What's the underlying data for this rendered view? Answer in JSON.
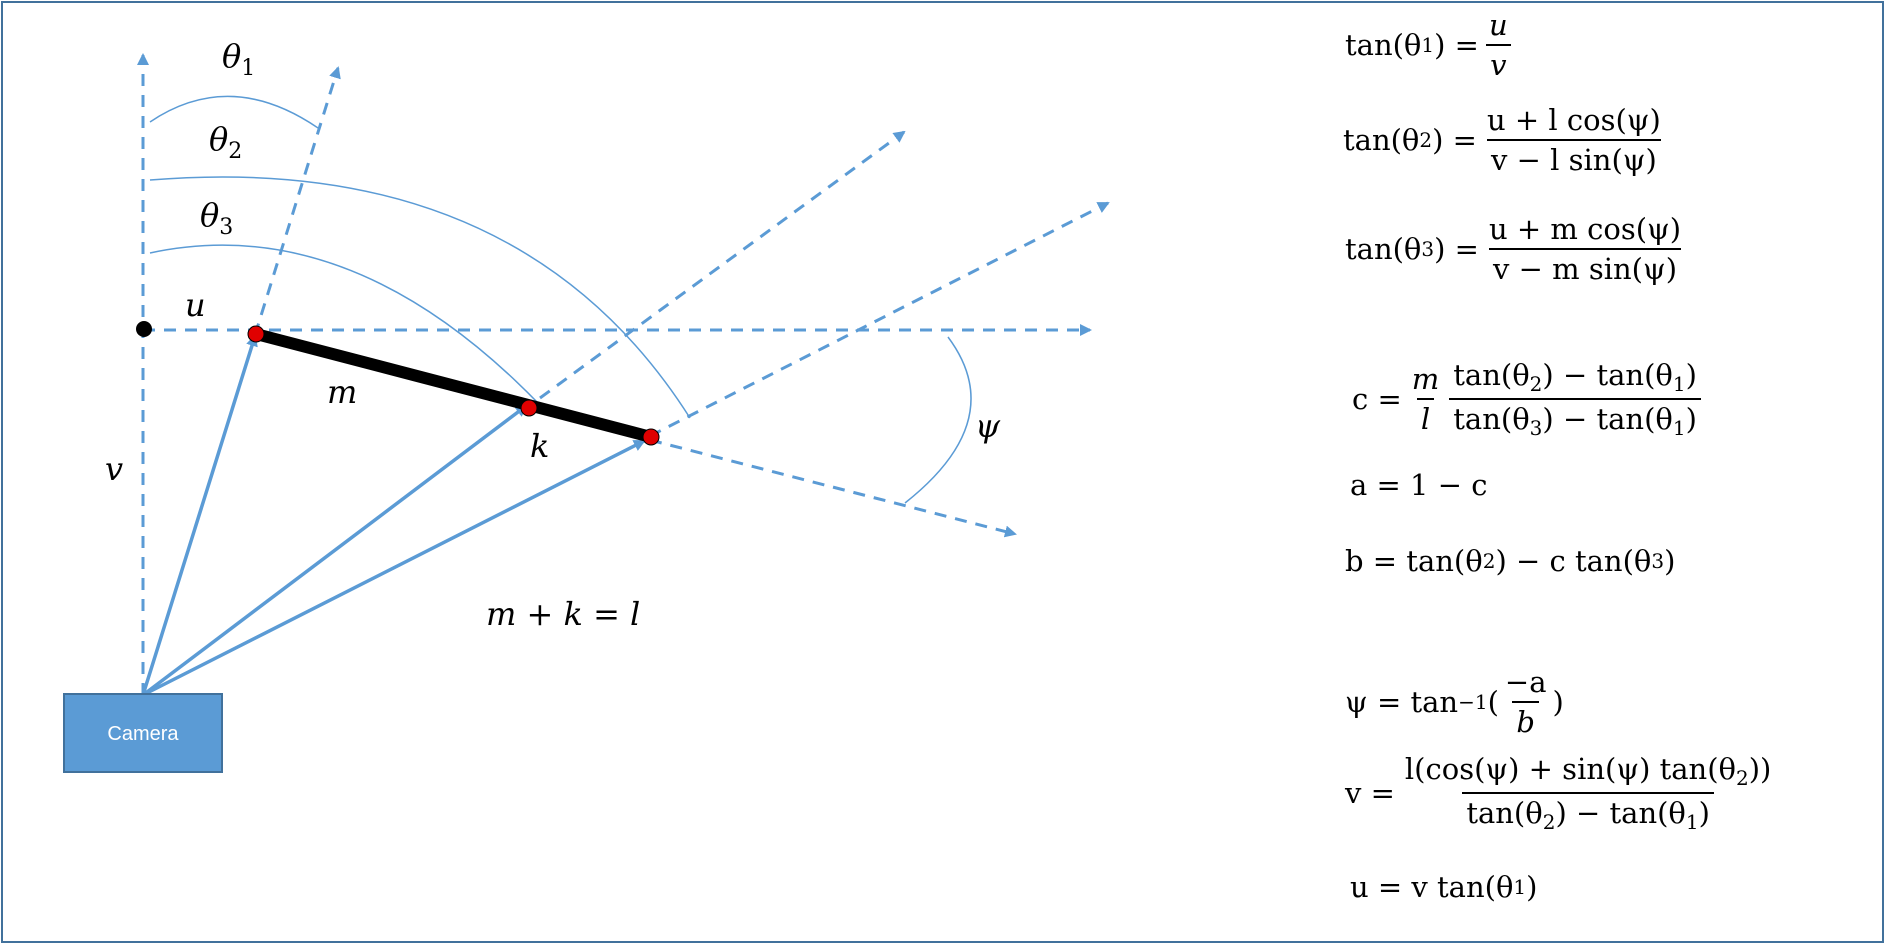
{
  "diagram": {
    "labels": {
      "theta1": "θ",
      "theta1_sub": "1",
      "theta2": "θ",
      "theta2_sub": "2",
      "theta3": "θ",
      "theta3_sub": "3",
      "u": "u",
      "v": "v",
      "m": "m",
      "k": "k",
      "psi": "ψ",
      "relation": "m + k = l",
      "camera": "Camera"
    },
    "colors": {
      "line": "#5b9bd5",
      "rod": "#000000",
      "point": "#e00000",
      "camera_fill": "#5b9bd5",
      "camera_border": "#41719c",
      "frame": "#41719c"
    }
  },
  "equations": {
    "eq1": {
      "lhs": "tan(θ",
      "lhs_sub": "1",
      "lhs_end": ") =",
      "num": "u",
      "den": "v"
    },
    "eq2": {
      "lhs": "tan(θ",
      "lhs_sub": "2",
      "lhs_end": ") =",
      "num": "u + l cos(ψ)",
      "den": "v − l sin(ψ)"
    },
    "eq3": {
      "lhs": "tan(θ",
      "lhs_sub": "3",
      "lhs_end": ") =",
      "num": "u + m cos(ψ)",
      "den": "v − m sin(ψ)"
    },
    "eq4": {
      "lhs": "c =",
      "num1": "m",
      "den1": "l",
      "num2a": "tan(θ",
      "num2a_sub": "2",
      "num2b": ") − tan(θ",
      "num2b_sub": "1",
      "num2c": ")",
      "den2a": "tan(θ",
      "den2a_sub": "3",
      "den2b": ") − tan(θ",
      "den2b_sub": "1",
      "den2c": ")"
    },
    "eq5": {
      "text": "a = 1 − c"
    },
    "eq6": {
      "a": "b = tan(θ",
      "a_sub": "2",
      "b": ") − c tan(θ",
      "b_sub": "3",
      "c": ")"
    },
    "eq7": {
      "lhs": "ψ = tan",
      "sup": "−1",
      "open": "(",
      "num": "−a",
      "den": "b",
      "close": ")"
    },
    "eq8": {
      "lhs": "v =",
      "num_a": "l(cos(ψ) + sin(ψ) tan(θ",
      "num_sub": "2",
      "num_b": "))",
      "den_a": "tan(θ",
      "den_sub1": "2",
      "den_b": ") − tan(θ",
      "den_sub2": "1",
      "den_c": ")"
    },
    "eq9": {
      "a": "u = v tan(θ",
      "a_sub": "1",
      "b": ")"
    }
  }
}
